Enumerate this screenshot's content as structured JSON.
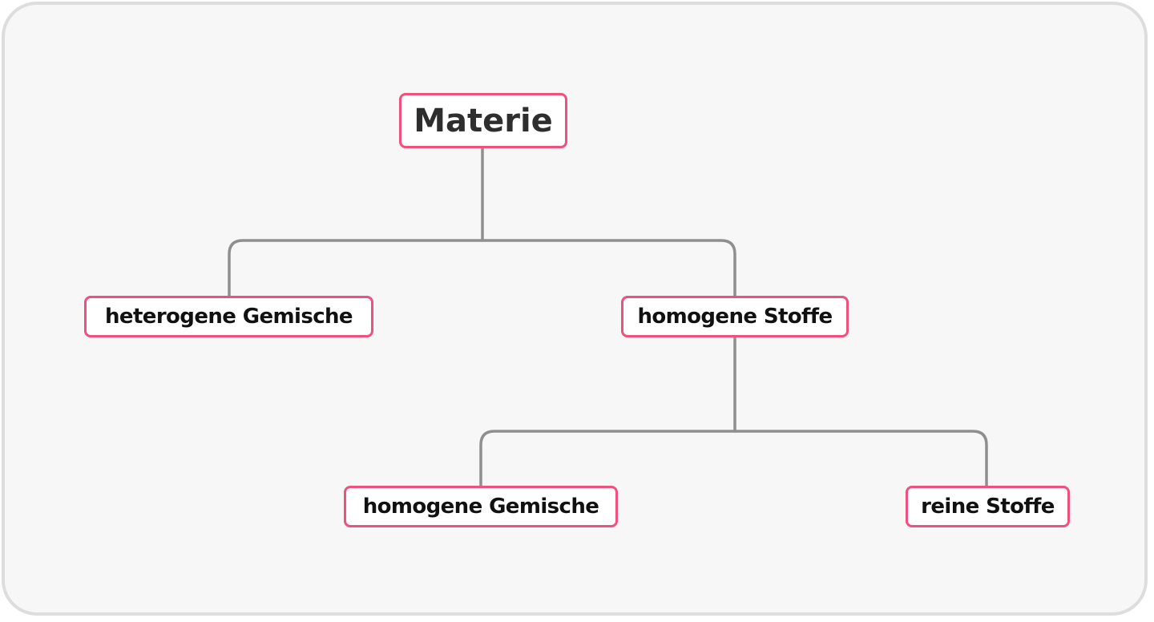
{
  "diagram": {
    "root": {
      "label": "Materie"
    },
    "level1": [
      {
        "label": "heterogene Gemische"
      },
      {
        "label": "homogene Stoffe"
      }
    ],
    "level2": [
      {
        "label": "homogene Gemische"
      },
      {
        "label": "reine Stoffe"
      }
    ],
    "edges": [
      {
        "from": "Materie",
        "to": "heterogene Gemische"
      },
      {
        "from": "Materie",
        "to": "homogene Stoffe"
      },
      {
        "from": "homogene Stoffe",
        "to": "homogene Gemische"
      },
      {
        "from": "homogene Stoffe",
        "to": "reine Stoffe"
      }
    ],
    "colors": {
      "node_border": "#f0507e",
      "connector": "#8f8f8f",
      "background": "#f7f7f7",
      "frame": "#dddddd"
    }
  }
}
